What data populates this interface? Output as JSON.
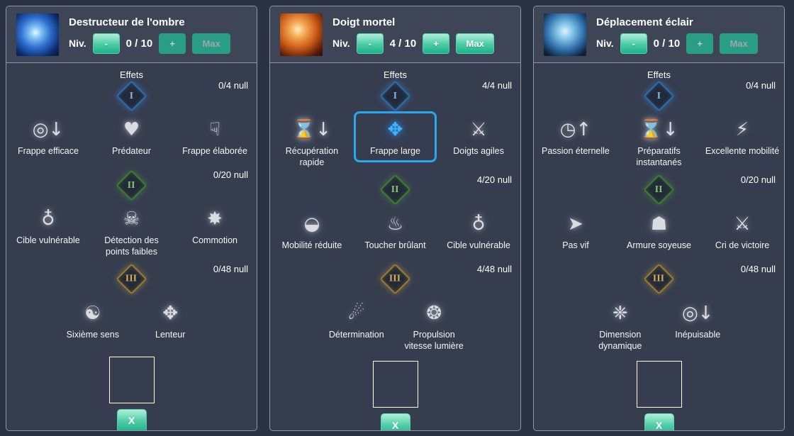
{
  "colors": {
    "page_bg": "#2b3244",
    "panel_bg": "#363d4f",
    "header_bg": "#3e4557",
    "panel_border": "#8d95a7",
    "button_teal": "#1db189",
    "selected_blue": "#2ba7f0",
    "tier1_blue": "#2f6da6",
    "tier2_green": "#3f7b33",
    "tier3_gold": "#9a7930"
  },
  "panels": [
    {
      "title": "Destructeur de l'ombre",
      "icon": "shadow-burst-skill-icon",
      "level_label": "Niv.",
      "level": "0 / 10",
      "minus_label": "-",
      "plus_label": "+",
      "max_label": "Max",
      "plus_enabled": false,
      "max_enabled": false,
      "effects_label": "Effets",
      "close_label": "X",
      "tiers": [
        {
          "numeral": "I",
          "tone": "blue",
          "counter": "0/4 null",
          "nodes": [
            {
              "name": "frappe-efficace",
              "label": "Frappe efficace",
              "glyph": "◎↓"
            },
            {
              "name": "predateur",
              "label": "Prédateur",
              "glyph": "♥"
            },
            {
              "name": "frappe-elaboree",
              "label": "Frappe élaborée",
              "glyph": "☟"
            }
          ]
        },
        {
          "numeral": "II",
          "tone": "green",
          "counter": "0/20 null",
          "nodes": [
            {
              "name": "cible-vulnerable",
              "label": "Cible vulnérable",
              "glyph": "♁"
            },
            {
              "name": "detection-des-points-faibles",
              "label": "Détection des points faibles",
              "glyph": "☠"
            },
            {
              "name": "commotion",
              "label": "Commotion",
              "glyph": "✸"
            }
          ]
        },
        {
          "numeral": "III",
          "tone": "gold",
          "counter": "0/48 null",
          "nodes": [
            {
              "name": "sixieme-sens",
              "label": "Sixième sens",
              "glyph": "☯"
            },
            {
              "name": "lenteur",
              "label": "Lenteur",
              "glyph": "✥"
            }
          ]
        }
      ]
    },
    {
      "title": "Doigt mortel",
      "icon": "claw-marks-skill-icon",
      "level_label": "Niv.",
      "level": "4 / 10",
      "minus_label": "-",
      "plus_label": "+",
      "max_label": "Max",
      "plus_enabled": true,
      "max_enabled": true,
      "effects_label": "Effets",
      "close_label": "X",
      "tiers": [
        {
          "numeral": "I",
          "tone": "blue",
          "counter": "4/4 null",
          "nodes": [
            {
              "name": "recuperation-rapide",
              "label": "Récupération rapide",
              "glyph": "⌛↓"
            },
            {
              "name": "frappe-large",
              "label": "Frappe large",
              "glyph": "✥",
              "selected": true
            },
            {
              "name": "doigts-agiles",
              "label": "Doigts agiles",
              "glyph": "⚔"
            }
          ]
        },
        {
          "numeral": "II",
          "tone": "green",
          "counter": "4/20 null",
          "nodes": [
            {
              "name": "mobilite-reduite",
              "label": "Mobilité réduite",
              "glyph": "◒"
            },
            {
              "name": "toucher-brulant",
              "label": "Toucher brûlant",
              "glyph": "♨"
            },
            {
              "name": "cible-vulnerable",
              "label": "Cible vulnérable",
              "glyph": "♁"
            }
          ]
        },
        {
          "numeral": "III",
          "tone": "gold",
          "counter": "4/48 null",
          "nodes": [
            {
              "name": "determination",
              "label": "Détermination",
              "glyph": "☄"
            },
            {
              "name": "propulsion-vitesse-lumiere",
              "label": "Propulsion vitesse lumière",
              "glyph": "❂"
            }
          ]
        }
      ]
    },
    {
      "title": "Déplacement éclair",
      "icon": "dashing-figure-skill-icon",
      "level_label": "Niv.",
      "level": "0 / 10",
      "minus_label": "-",
      "plus_label": "+",
      "max_label": "Max",
      "plus_enabled": false,
      "max_enabled": false,
      "effects_label": "Effets",
      "close_label": "X",
      "tiers": [
        {
          "numeral": "I",
          "tone": "blue",
          "counter": "0/4 null",
          "nodes": [
            {
              "name": "passion-eternelle",
              "label": "Passion éternelle",
              "glyph": "◷↑"
            },
            {
              "name": "preparatifs-instantanes",
              "label": "Préparatifs instantanés",
              "glyph": "⌛↓"
            },
            {
              "name": "excellente-mobilite",
              "label": "Excellente mobilité",
              "glyph": "⚡"
            }
          ]
        },
        {
          "numeral": "II",
          "tone": "green",
          "counter": "0/20 null",
          "nodes": [
            {
              "name": "pas-vif",
              "label": "Pas vif",
              "glyph": "➤"
            },
            {
              "name": "armure-soyeuse",
              "label": "Armure soyeuse",
              "glyph": "☗"
            },
            {
              "name": "cri-de-victoire",
              "label": "Cri de victoire",
              "glyph": "⚔"
            }
          ]
        },
        {
          "numeral": "III",
          "tone": "gold",
          "counter": "0/48 null",
          "nodes": [
            {
              "name": "dimension-dynamique",
              "label": "Dimension dynamique",
              "glyph": "❈"
            },
            {
              "name": "inepuisable",
              "label": "Inépuisable",
              "glyph": "◎↓"
            }
          ]
        }
      ]
    }
  ]
}
